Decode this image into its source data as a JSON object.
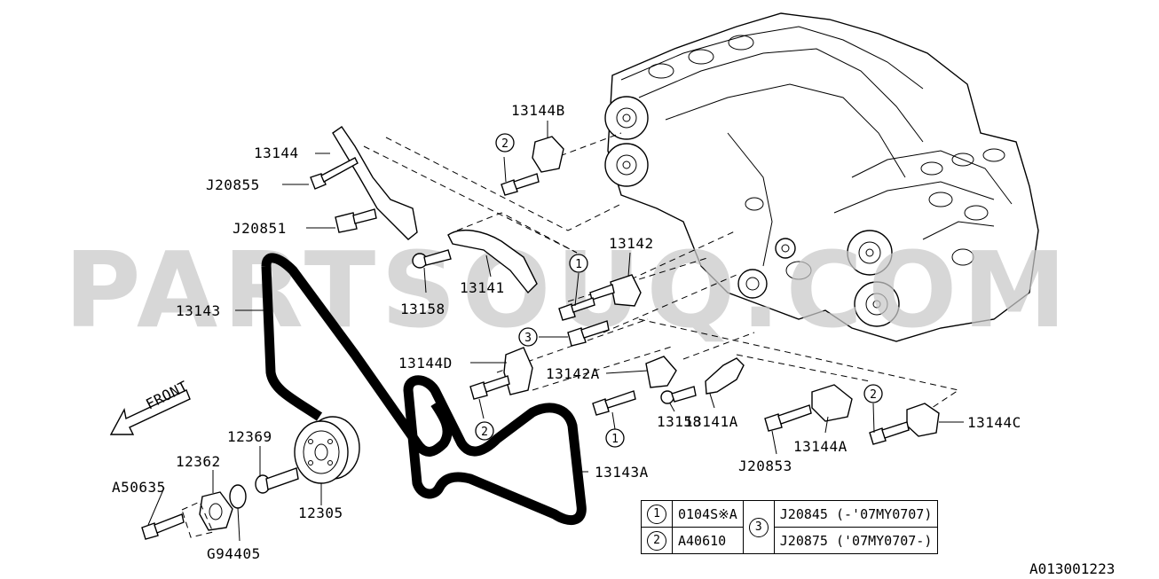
{
  "diagram": {
    "watermark": "PARTSOUQ.COM",
    "front_label": "FRONT",
    "reference_code": "A013001223",
    "part_labels": {
      "p13144B": "13144B",
      "p13144": "13144",
      "pJ20855": "J20855",
      "pJ20851": "J20851",
      "p13142": "13142",
      "p13143": "13143",
      "p13141": "13141",
      "p13158a": "13158",
      "p13144D": "13144D",
      "p13142A": "13142A",
      "p13141A": "13141A",
      "p13158b": "13158",
      "p13144A": "13144A",
      "p13144C": "13144C",
      "pJ20853": "J20853",
      "p13143A": "13143A",
      "p12369": "12369",
      "p12362": "12362",
      "pA50635": "A50635",
      "p12305": "12305",
      "pG94405": "G94405"
    },
    "callouts": {
      "c1a": "1",
      "c1b": "1",
      "c2a": "2",
      "c2b": "2",
      "c2c": "2",
      "c3a": "3"
    }
  },
  "legend": {
    "row1": {
      "num": "1",
      "part": "0104S※A"
    },
    "row2": {
      "num": "2",
      "part": "A40610"
    },
    "row3": {
      "num": "3",
      "part_a": "J20845 (-'07MY0707)",
      "part_b": "J20875 ('07MY0707-)"
    }
  }
}
